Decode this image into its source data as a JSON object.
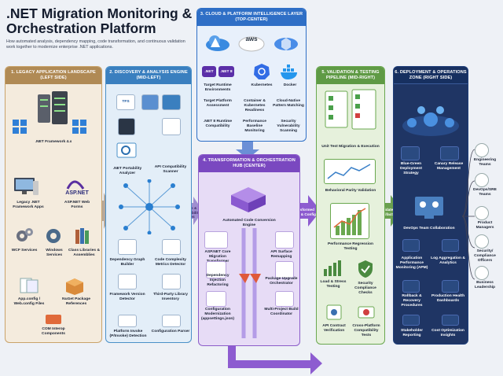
{
  "header": {
    "title": ".NET Migration Monitoring & Orchestration Platform",
    "subtitle": "How automated analysis, dependency mapping, code transformation, and continuous validation work together to modernize enterprise .NET applications."
  },
  "legacy": {
    "title": "1. Legacy Application Landscape (Left Side)",
    "items": [
      ".NET Framework 4.x",
      "Legacy .NET Framework Apps",
      "ASP.NET Web Forms",
      "WCF Services",
      "Windows Services",
      "Class Libraries & Assemblies",
      "App.config / Web.config Files",
      "NuGet Package References",
      "COM Interop Components"
    ],
    "aspnet_logo": "ASP.NET"
  },
  "discovery": {
    "title": "2. Discovery & Analysis Engine (Mid-Left)",
    "items": [
      ".NET Portability Analyzer",
      "API Compatibility Scanner",
      "Dependency Graph Builder",
      "Code Complexity Metrics Detector",
      "Framework Version Detector",
      "Third-Party Library Inventory",
      "Platform Invoke (P/Invoke) Detection",
      "Configuration Parser"
    ],
    "tfs": "TFS"
  },
  "cloud": {
    "title": "3. Cloud & Platform Intelligence Layer (Top-Center)",
    "aws": "aws",
    "net_badge": ".NET",
    "net8_badge": ".NET 8",
    "items": [
      "Target Runtime Environments",
      "Kubernetes",
      "Docker",
      "Target Platform Assessment",
      "Container & Kubernetes Readiness",
      "Cloud-Native Pattern Matching",
      ".NET 8 Runtime Compatibility",
      "Performance Baseline Monitoring",
      "Security Vulnerability Scanning"
    ]
  },
  "hub": {
    "title": "4. Transformation & Orchestration Hub (Center)",
    "engine": "Automated Code Conversion Engine",
    "items": [
      "ASP.NET Core Migration Transformer",
      "API Surface Remapping",
      "Dependency Injection Refactoring",
      "Package Upgrade Orchestrator",
      "Configuration Modernization (appsettings.json)",
      "Multi-Project Build Coordinator"
    ]
  },
  "validation": {
    "title": "5. Validation & Testing Pipeline (Mid-Right)",
    "items": [
      "Unit Test Migration & Execution",
      "Behavioral Parity Validation",
      "Performance Regression Testing",
      "Load & Stress Testing",
      "Security Compliance Checks",
      "API Contract Verification",
      "Cross-Platform Compatibility Tests"
    ]
  },
  "deploy": {
    "title": "6. Deployment & Operations Zone (Right Side)",
    "items": [
      "Blue-Green Deployment Strategy",
      "Canary Release Management",
      "DevOps Team Collaboration",
      "Application Performance Monitoring (APM)",
      "Log Aggregation & Analytics",
      "Rollback & Recovery Procedures",
      "Production Health Dashboards",
      "Stakeholder Reporting",
      "Cost Optimization Insights"
    ]
  },
  "teams": [
    "Engineering Teams",
    "DevOps/SRE Teams",
    "Product Managers",
    "Security/ Compliance Officers",
    "Business Leadership"
  ],
  "flows": [
    "Metrics & Compatibility Scores",
    "Transformed Code & Config",
    "Validated Artifacts"
  ],
  "colors": {
    "legacy": "#c9a36a",
    "discovery": "#4a90c8",
    "cloud": "#2f6fc6",
    "hub": "#8b5cc9",
    "validation": "#6aa84f",
    "deploy": "#1f3f7a"
  }
}
